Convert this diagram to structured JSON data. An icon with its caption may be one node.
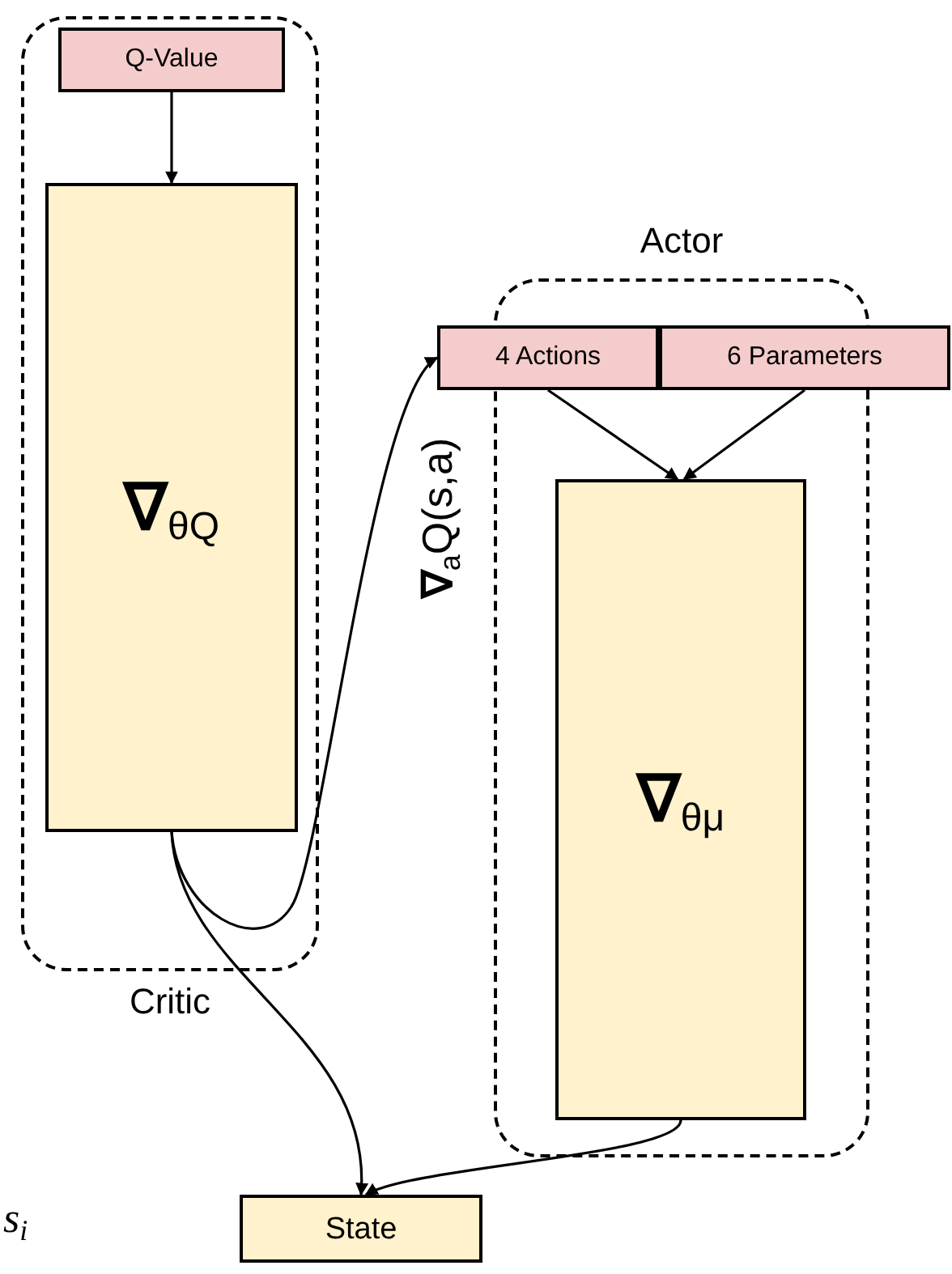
{
  "diagram": {
    "nodes": [
      {
        "text": [
          "Critic"
        ]
      },
      {
        "text": [
          "Q-Value"
        ],
        "in": 0
      },
      {
        "text": [
          "**∇**$_{θQ}$"
        ],
        "in": 0
      },
      {
        "text": [
          "Actor"
        ]
      },
      {
        "text": [
          "4 Actions"
        ]
      },
      {
        "text": [
          "6 Parameters"
        ]
      },
      {
        "text": [
          "**∇**$_{θμ}$"
        ],
        "in": 3
      },
      {
        "text": [
          "State"
        ]
      }
    ],
    "edges": [
      {
        "from": 1,
        "to": 2,
        "arrow": "to"
      },
      {
        "from": 2,
        "to": 4,
        "arrow": "to",
        "label": "**∇**$_{a}$Q(s,a)"
      },
      {
        "from": 2,
        "to": 7,
        "arrow": "to"
      },
      {
        "from": 4,
        "to": 6,
        "arrow": "to"
      },
      {
        "from": 5,
        "to": 6,
        "arrow": "to"
      },
      {
        "from": 6,
        "to": 7,
        "arrow": "to"
      }
    ],
    "labels": [
      "s$_{i}$"
    ]
  }
}
